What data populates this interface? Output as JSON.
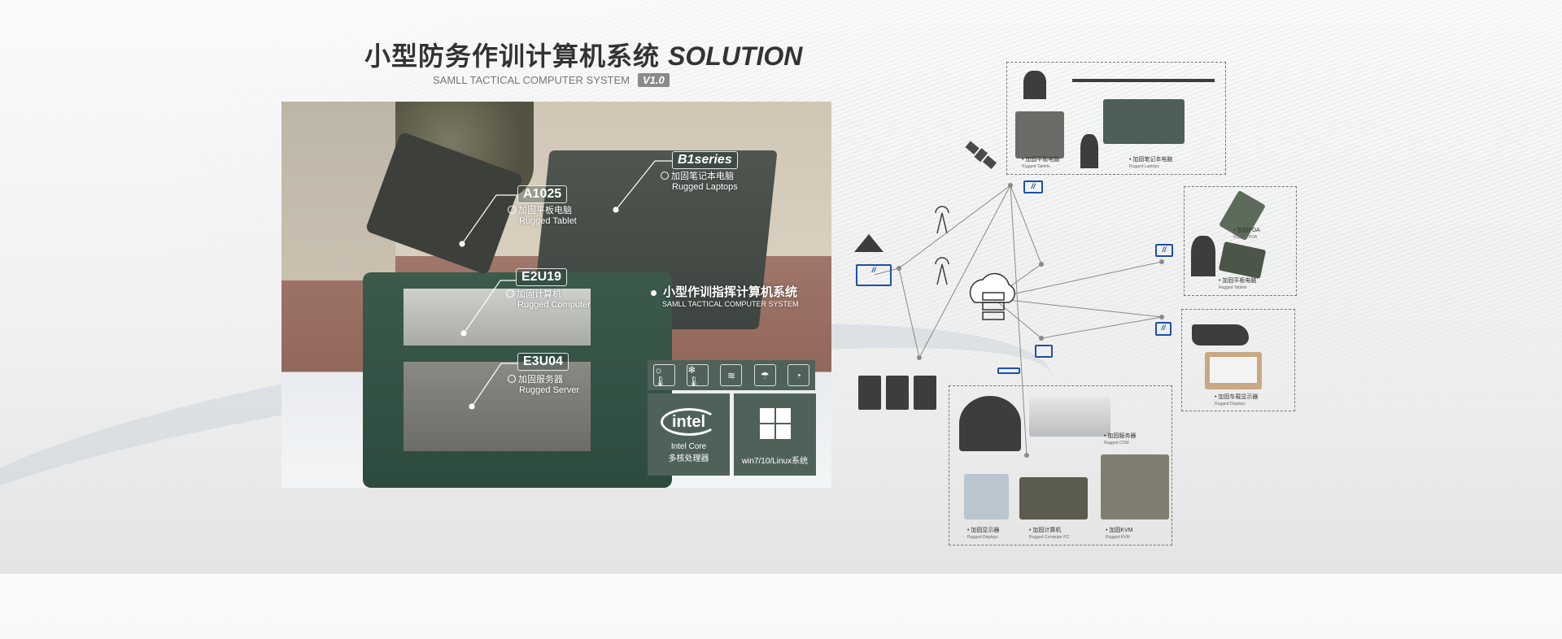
{
  "header": {
    "title": "小型防务作训计算机系统",
    "title_en": "SOLUTION",
    "subtitle": "SAMLL TACTICAL COMPUTER SYSTEM",
    "version": "V1.0"
  },
  "photo": {
    "laptop": {
      "tag": "B1series",
      "cn": "加固笔记本电脑",
      "en": "Rugged Laptops"
    },
    "tablet": {
      "tag": "A1025",
      "cn": "加固平板电脑",
      "en": "Rugged Tablet"
    },
    "computer": {
      "tag": "E2U19",
      "cn": "加固计算机",
      "en": "Rugged Computer"
    },
    "server": {
      "tag": "E3U04",
      "cn": "加固服务器",
      "en": "Rugged Server"
    },
    "system": {
      "cn": "小型作训指挥计算机系统",
      "en": "SAMLL TACTICAL COMPUTER SYSTEM"
    },
    "feature_icons": [
      "high-temperature-icon",
      "low-temperature-icon",
      "vibration-icon",
      "waterproof-icon",
      "gauge-icon"
    ],
    "intel": {
      "logo": "intel",
      "line1": "Intel Core",
      "line2": "多核处理器"
    },
    "os": {
      "text": "win7/10/Linux系统"
    }
  },
  "diagram": {
    "top_box": [
      {
        "cn": "加固平板电脑",
        "en": "Rugged Tablets"
      },
      {
        "cn": "加固笔记本电脑",
        "en": "Rugged Laptops"
      }
    ],
    "soldier_box": [
      {
        "cn": "加固PDA",
        "en": "Rugged PDA"
      },
      {
        "cn": "加固平板电脑",
        "en": "Rugged Tablets"
      }
    ],
    "vehicle_box": [
      {
        "cn": "加固车载显示器",
        "en": "Rugged Displays"
      }
    ],
    "base_box": [
      {
        "cn": "加固服务器",
        "en": "Rugged COM"
      },
      {
        "cn": "加固显示器",
        "en": "Rugged Displays"
      },
      {
        "cn": "加固计算机",
        "en": "Rugged Computer PC"
      },
      {
        "cn": "加固KVM",
        "en": "Rugged KVM"
      }
    ],
    "accent": "#1d4fa8"
  }
}
